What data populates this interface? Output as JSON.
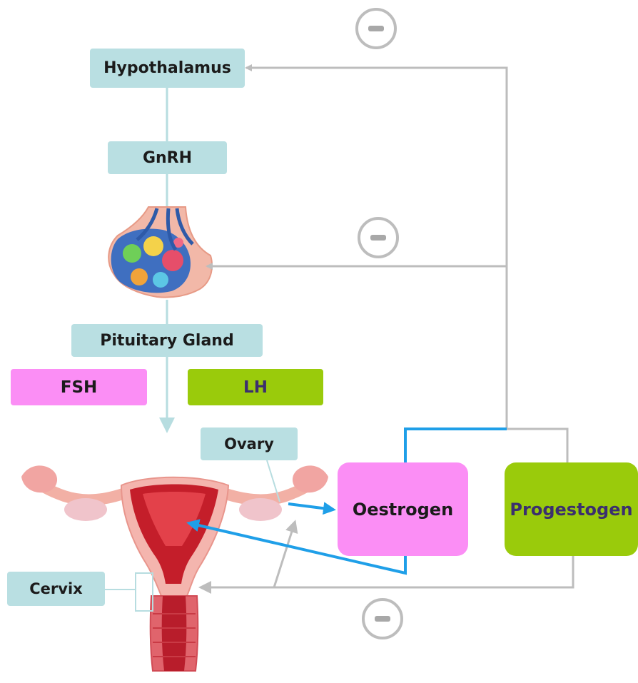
{
  "nodes": {
    "hypothalamus": "Hypothalamus",
    "gnrh": "GnRH",
    "pituitary": "Pituitary Gland",
    "fsh": "FSH",
    "lh": "LH",
    "ovary": "Ovary",
    "cervix": "Cervix",
    "oestrogen": "Oestrogen",
    "progestogen": "Progestogen"
  },
  "colors": {
    "teal_box": "#b9dfe2",
    "pink_box": "#fb8ef5",
    "green_box": "#9acb0b",
    "feedback_line": "#bdbdbd",
    "oestrogen_line": "#1f9fe8",
    "axis_line": "#b7dde0",
    "dark_label": "#3b2f6e"
  },
  "icons": {
    "negative_feedback": "minus-circle-icon",
    "pituitary_illustration": "pituitary-gland-illustration",
    "uterus_illustration": "uterus-illustration"
  }
}
